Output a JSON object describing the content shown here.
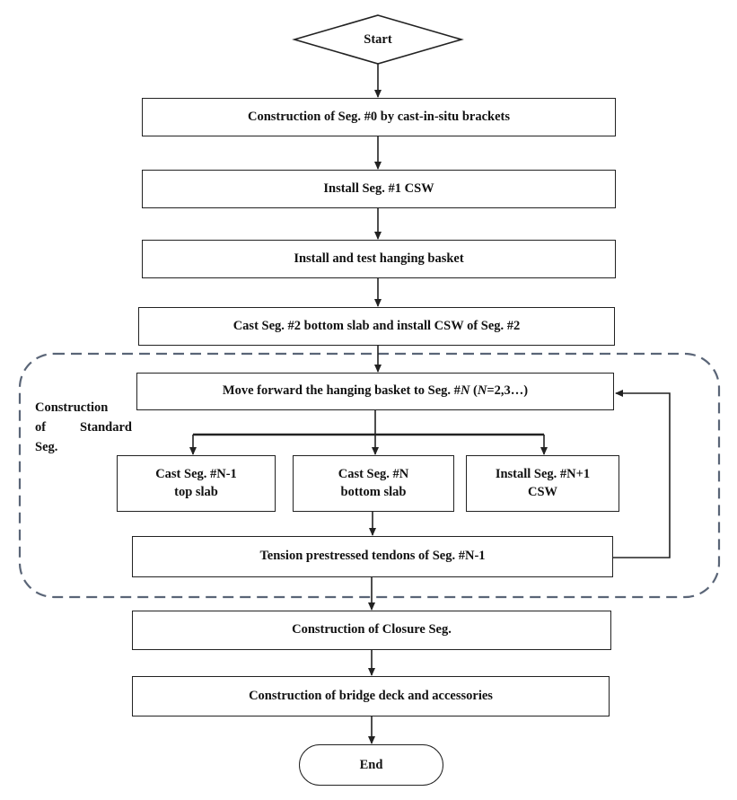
{
  "start": "Start",
  "steps": {
    "seg0": "Construction of Seg. #0 by cast-in-situ brackets",
    "seg1": "Install Seg. #1 CSW",
    "basket": "Install and test hanging basket",
    "seg2": "Cast Seg. #2 bottom slab and install CSW of Seg. #2",
    "move": {
      "pre": "Move forward the hanging basket to Seg. #",
      "n1": "N",
      "mid": " (",
      "n2": "N",
      "post": "=2,3…)"
    },
    "top_slab": [
      "Cast Seg. #N-1",
      "top slab"
    ],
    "bottom_slab": [
      "Cast Seg. #N",
      "bottom slab"
    ],
    "install_csw": [
      "Install Seg. #N+1",
      "CSW"
    ],
    "tension": "Tension prestressed tendons of Seg. #N-1",
    "closure": "Construction of Closure Seg.",
    "deck": "Construction of bridge deck and accessories"
  },
  "loop_label": [
    "Construction",
    "of",
    "Standard",
    "Seg."
  ],
  "end": "End",
  "colors": {
    "dashed_border": "#5a6577",
    "line": "#222222"
  }
}
